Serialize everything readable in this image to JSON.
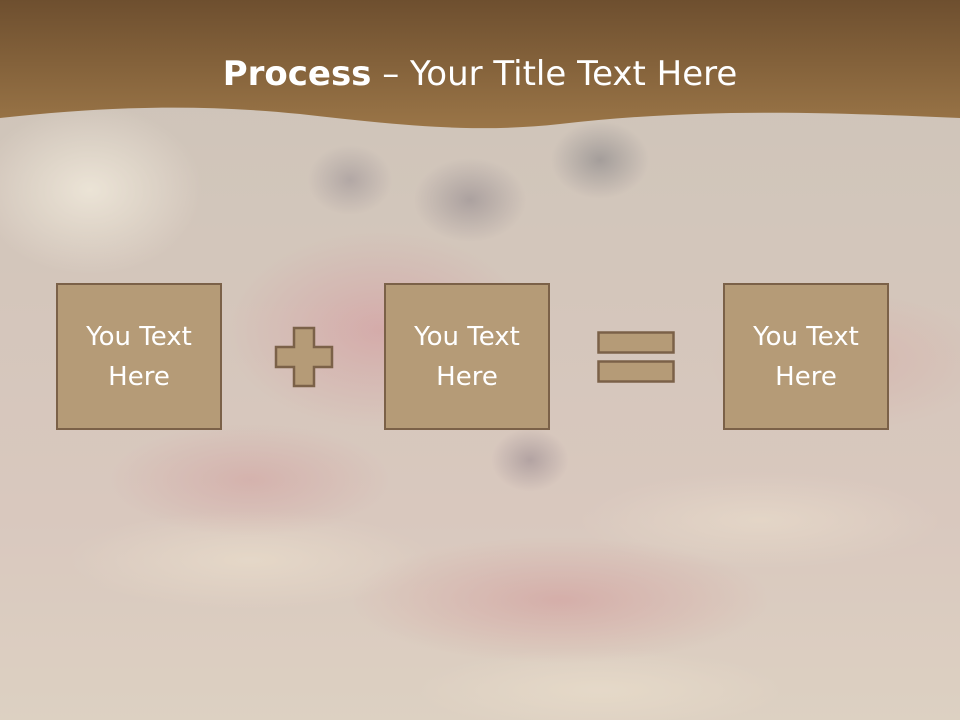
{
  "title": {
    "bold": "Process",
    "rest": " – Your Title Text Here"
  },
  "boxes": [
    {
      "text": "You Text Here"
    },
    {
      "text": "You Text Here"
    },
    {
      "text": "You Text Here"
    }
  ],
  "operators": [
    "plus-icon",
    "equals-icon"
  ],
  "colors": {
    "banner": "#8f6a40",
    "box_fill": "#b59b77",
    "box_border": "#7b6148",
    "text": "#ffffff"
  }
}
